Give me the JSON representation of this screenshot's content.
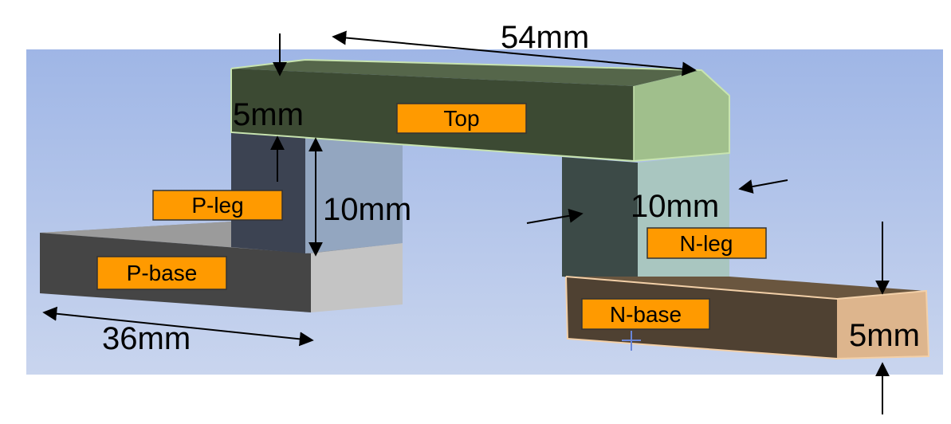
{
  "labels": {
    "top": "Top",
    "p_leg": "P-leg",
    "p_base": "P-base",
    "n_leg": "N-leg",
    "n_base": "N-base"
  },
  "dimensions": {
    "top_length": "54mm",
    "top_thickness": "5mm",
    "p_leg_height": "10mm",
    "n_leg_height": "10mm",
    "p_base_length": "36mm",
    "n_base_height": "5mm"
  },
  "colors": {
    "background": "#a9bfe8",
    "label_fill": "#ff9a00",
    "top_front": "#3c4a33",
    "top_side": "#9fbf8a",
    "p_leg_front": "#3b4250",
    "p_leg_side": "#93a6bf",
    "p_base_front": "#464646",
    "p_base_side": "#c3c3c3",
    "n_leg_front": "#3c4a46",
    "n_leg_side": "#a9c7c0",
    "n_base_front": "#4e4032",
    "n_base_side": "#dcb48c"
  }
}
